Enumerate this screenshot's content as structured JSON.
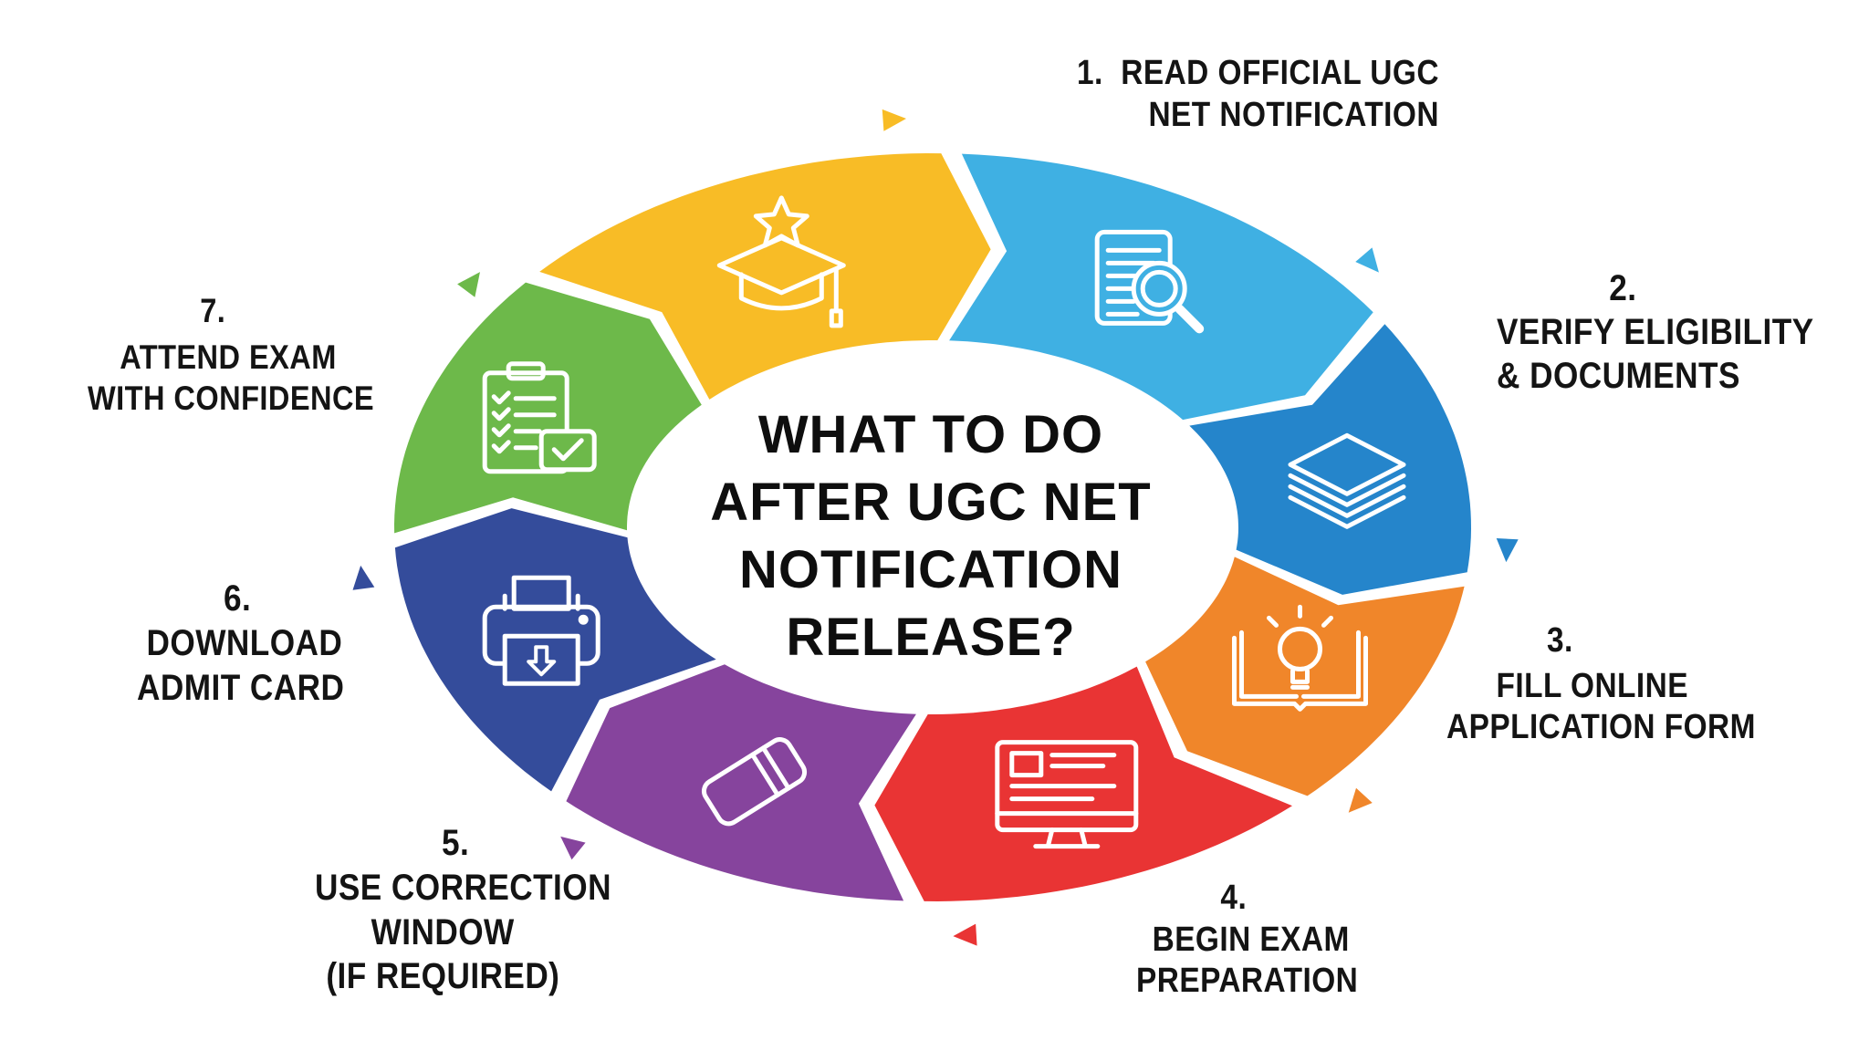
{
  "center": {
    "title_lines": [
      "WHAT TO DO",
      "AFTER UGC NET",
      "NOTIFICATION",
      "RELEASE?"
    ]
  },
  "colors": {
    "step1": "#3FB0E3",
    "step2": "#2585CB",
    "step3": "#F0862A",
    "step4": "#E93434",
    "step5": "#86449D",
    "step6": "#344C9B",
    "step7": "#6DB94A",
    "yellow": "#F8BC26",
    "text": "#141414",
    "background": "#FFFFFF"
  },
  "steps": [
    {
      "number": "1.",
      "lines": [
        "READ OFFICIAL UGC",
        "NET NOTIFICATION"
      ],
      "icon": "document-search-icon"
    },
    {
      "number": "2.",
      "lines": [
        "VERIFY ELIGIBILITY",
        "& DOCUMENTS"
      ],
      "icon": "layers-icon"
    },
    {
      "number": "3.",
      "lines": [
        "FILL ONLINE",
        "APPLICATION FORM"
      ],
      "icon": "book-lightbulb-icon"
    },
    {
      "number": "4.",
      "lines": [
        "BEGIN EXAM",
        "PREPARATION"
      ],
      "icon": "monitor-icon"
    },
    {
      "number": "5.",
      "lines": [
        "USE CORRECTION",
        "WINDOW",
        "(IF REQUIRED)"
      ],
      "icon": "eraser-icon"
    },
    {
      "number": "6.",
      "lines": [
        "DOWNLOAD",
        "ADMIT CARD"
      ],
      "icon": "printer-download-icon"
    },
    {
      "number": "7.",
      "lines": [
        "ATTEND EXAM",
        "WITH CONFIDENCE"
      ],
      "icon": "clipboard-checklist-icon"
    }
  ],
  "extra_segment": {
    "icon": "graduation-cap-star-icon"
  }
}
